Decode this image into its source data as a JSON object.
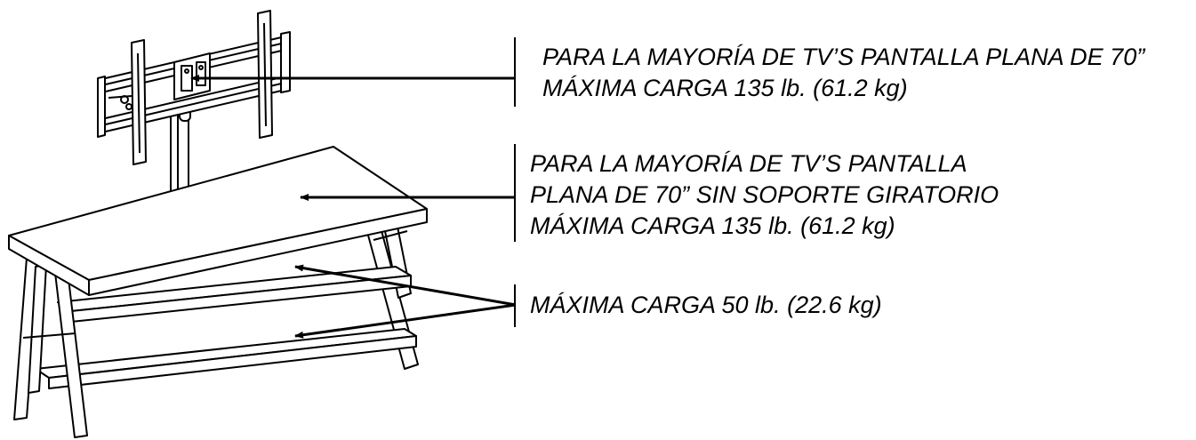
{
  "callouts": {
    "mount": {
      "lines": [
        "PARA LA MAYORÍA DE TV’S PANTALLA PLANA DE 70”",
        "MÁXIMA CARGA 135 lb. (61.2 kg)"
      ]
    },
    "top_shelf": {
      "lines": [
        "PARA LA MAYORÍA DE TV’S PANTALLA",
        "PLANA DE 70” SIN SOPORTE GIRATORIO",
        "MÁXIMA CARGA 135 lb. (61.2 kg)"
      ]
    },
    "lower_shelves": {
      "lines": [
        "MÁXIMA CARGA 50 lb. (22.6 kg)"
      ]
    }
  }
}
